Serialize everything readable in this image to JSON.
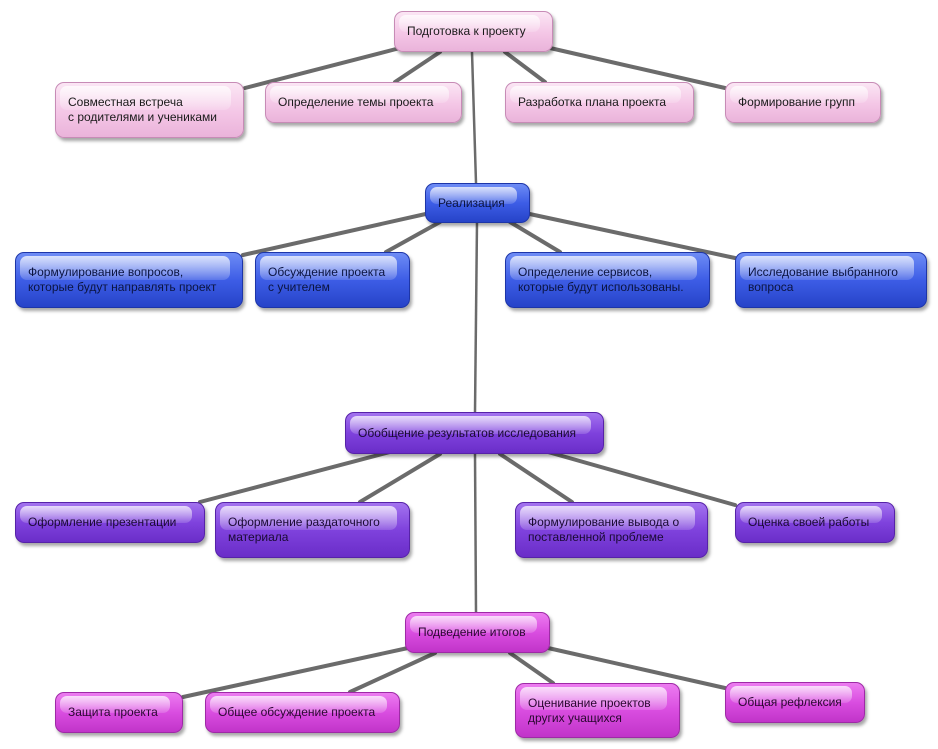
{
  "levels": [
    {
      "title": "Подготовка к проекту",
      "children": [
        "Совместная встреча\nс родителями и учениками",
        "Определение темы проекта",
        "Разработка плана проекта",
        "Формирование групп"
      ]
    },
    {
      "title": "Реализация",
      "children": [
        "Формулирование вопросов,\nкоторые будут направлять проект",
        "Обсуждение проекта\nс учителем",
        "Определение сервисов,\nкоторые будут использованы.",
        "Исследование выбранного\nвопроса"
      ]
    },
    {
      "title": "Обобщение результатов исследования",
      "children": [
        "Оформление презентации",
        "Оформление раздаточного\nматериала",
        "Формулирование вывода о\nпоставленной проблеме",
        "Оценка своей работы"
      ]
    },
    {
      "title": "Подведение итогов",
      "children": [
        "Защита проекта",
        "Общее обсуждение проекта",
        "Оценивание проектов\nдругих учащихся",
        "Общая рефлексия"
      ]
    }
  ]
}
